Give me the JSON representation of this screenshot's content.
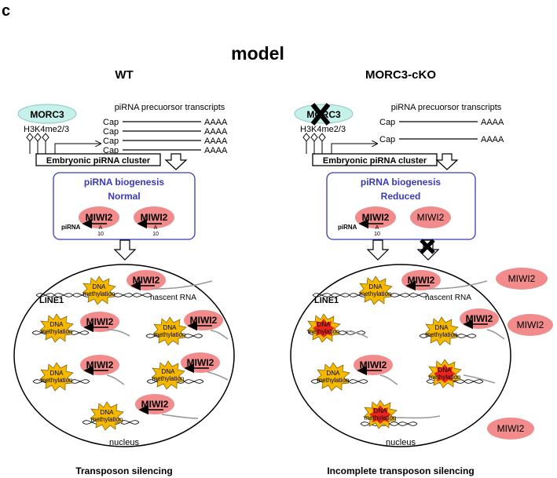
{
  "panel_letter": "c",
  "title": "model",
  "wt": {
    "header": "WT",
    "morc3": "MORC3",
    "mark": "H3K4me2/3",
    "transcripts_label": "piRNA precuorsor transcripts",
    "cap": "Cap",
    "polyA": "AAAA",
    "cluster": "Embryonic piRNA cluster",
    "biogenesis_title": "piRNA biogenesis",
    "biogenesis_state": "Normal",
    "miwi2": "MIWI2",
    "pirna": "piRNA",
    "a10_a": "A",
    "a10_n": "10",
    "line1": "LINE1",
    "dna": "DNA",
    "methylation": "methylation",
    "nascent": "nascent RNA",
    "nucleus": "nucleus",
    "caption": "Transposon silencing"
  },
  "cko": {
    "header": "MORC3-cKO",
    "morc3": "MORC3",
    "mark": "H3K4me2/3",
    "transcripts_label": "piRNA precuorsor transcripts",
    "cap": "Cap",
    "polyA": "AAAA",
    "cluster": "Embryonic piRNA cluster",
    "biogenesis_title": "piRNA biogenesis",
    "biogenesis_state": "Reduced",
    "miwi2": "MIWI2",
    "pirna": "piRNA",
    "a10_a": "A",
    "a10_n": "10",
    "line1": "LINE1",
    "dna": "DNA",
    "methylation": "methylation",
    "nascent": "nascent RNA",
    "nucleus": "nucleus",
    "caption": "Incomplete transposon silencing"
  },
  "colors": {
    "miwi2": "#f28b8b",
    "morc3": "#c6f1ea",
    "star": "#f5b800",
    "star_red": "#e8261c",
    "box_border": "#3a3ab8"
  }
}
